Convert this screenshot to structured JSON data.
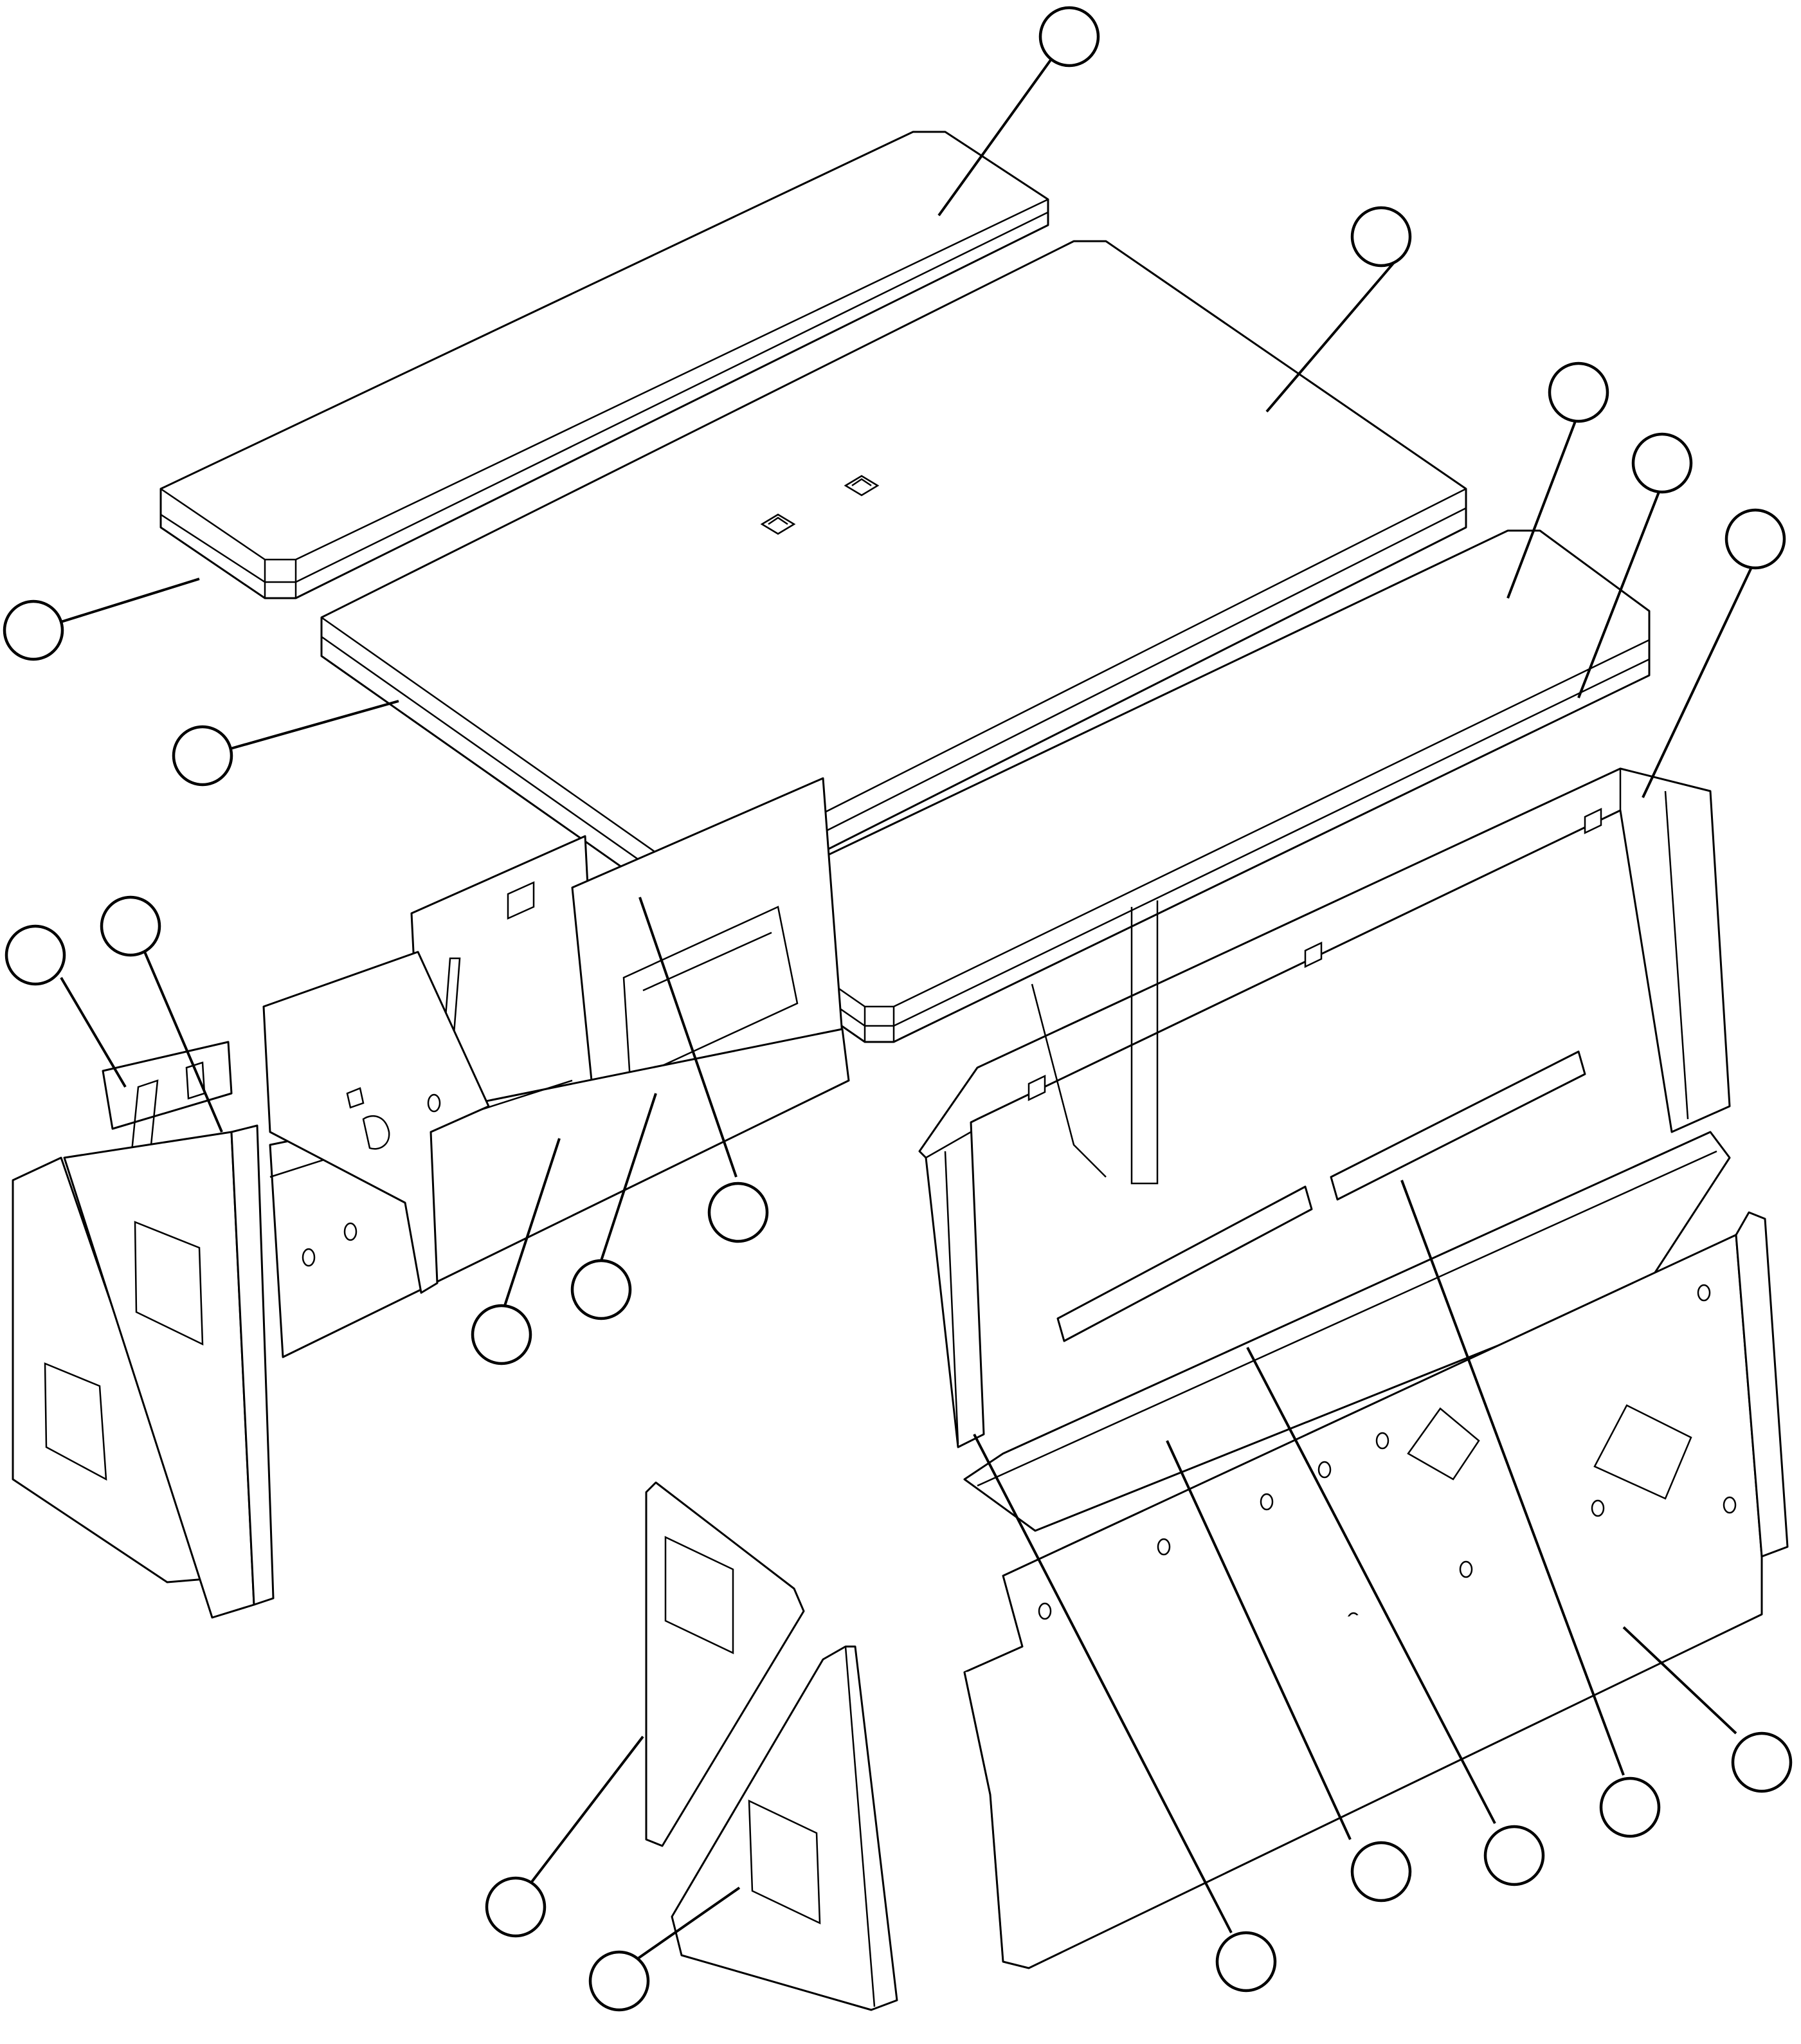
{
  "figure": {
    "code": "",
    "stroke_color": "#000000",
    "background": "#ffffff"
  },
  "callouts": [
    {
      "id": "callout-1"
    },
    {
      "id": "callout-2"
    },
    {
      "id": "callout-3"
    },
    {
      "id": "callout-4"
    },
    {
      "id": "callout-5"
    },
    {
      "id": "callout-6"
    },
    {
      "id": "callout-7"
    },
    {
      "id": "callout-8"
    },
    {
      "id": "callout-9"
    },
    {
      "id": "callout-10"
    },
    {
      "id": "callout-11"
    },
    {
      "id": "callout-12"
    },
    {
      "id": "callout-13"
    },
    {
      "id": "callout-14"
    },
    {
      "id": "callout-15"
    },
    {
      "id": "callout-16"
    },
    {
      "id": "callout-17"
    },
    {
      "id": "callout-18"
    },
    {
      "id": "callout-19"
    },
    {
      "id": "callout-20"
    },
    {
      "id": "callout-21"
    },
    {
      "id": "callout-22"
    },
    {
      "id": "callout-23"
    }
  ]
}
